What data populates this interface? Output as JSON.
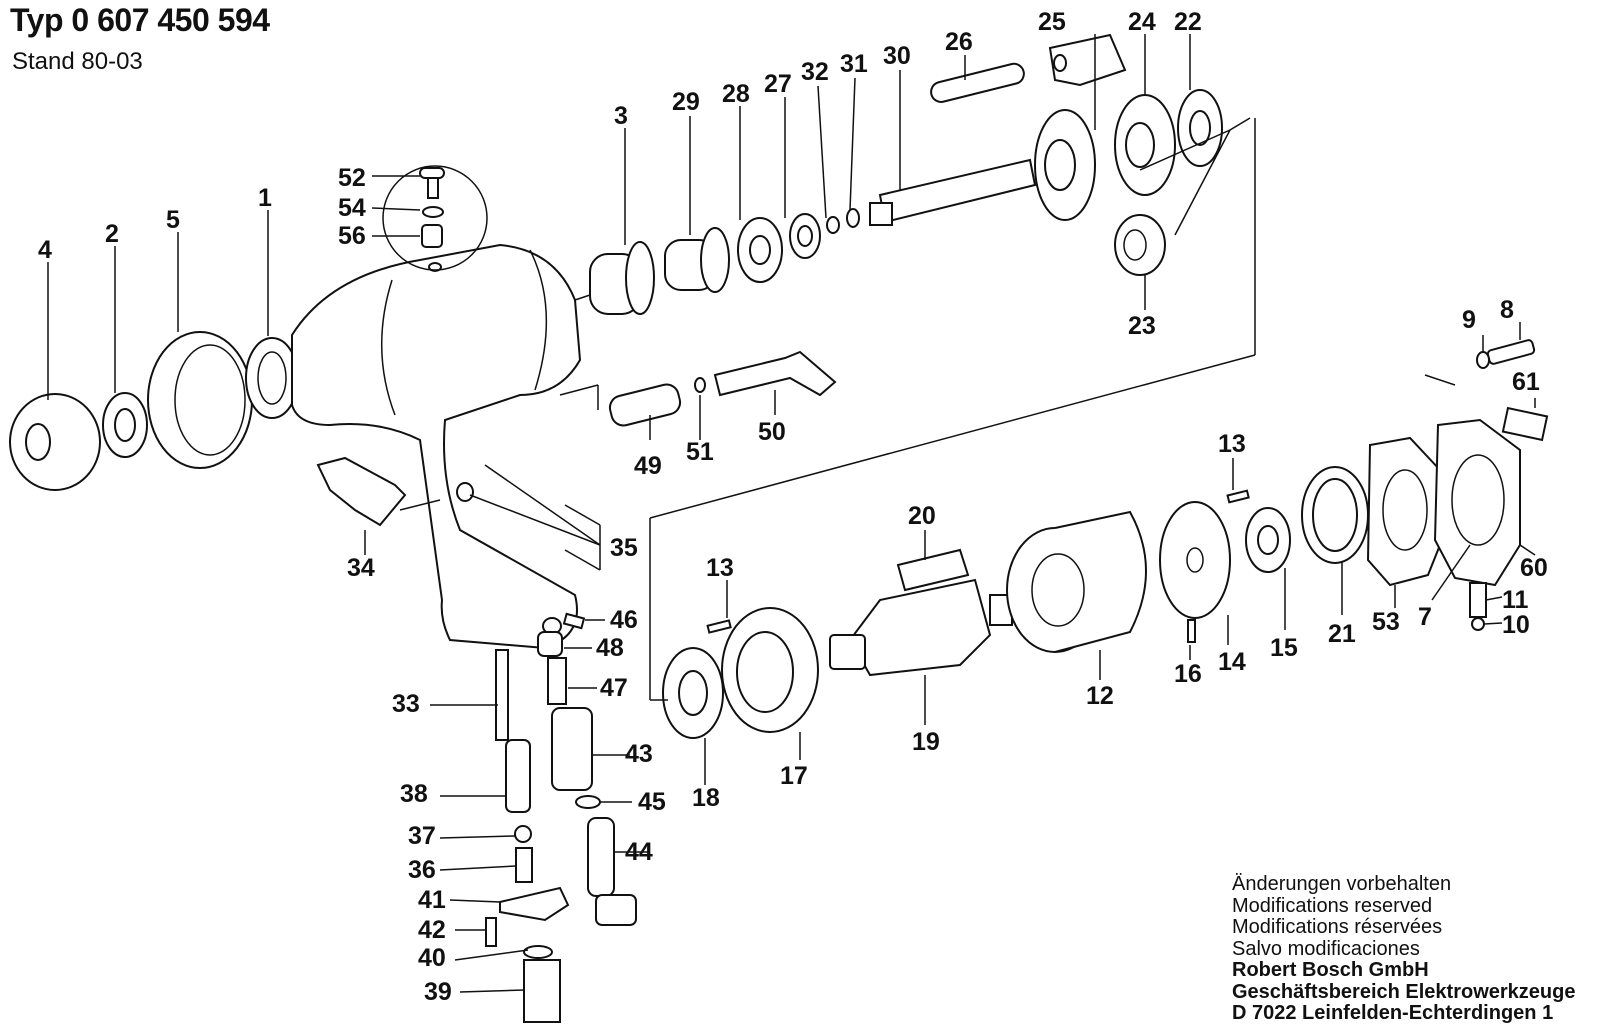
{
  "header": {
    "title": "Typ 0 607 450 594",
    "stand": "Stand 80-03"
  },
  "footer": {
    "notice_de": "Änderungen vorbehalten",
    "notice_en": "Modifications reserved",
    "notice_fr": "Modifications réservées",
    "notice_es": "Salvo modificaciones",
    "company": "Robert Bosch GmbH",
    "division": "Geschäftsbereich Elektrowerkzeuge",
    "address": "D 7022 Leinfelden-Echterdingen 1"
  },
  "part_labels": [
    "1",
    "2",
    "3",
    "4",
    "5",
    "7",
    "8",
    "9",
    "10",
    "11",
    "12",
    "13",
    "13",
    "14",
    "15",
    "16",
    "17",
    "18",
    "19",
    "20",
    "21",
    "22",
    "23",
    "24",
    "25",
    "26",
    "27",
    "28",
    "29",
    "30",
    "31",
    "32",
    "33",
    "34",
    "35",
    "36",
    "37",
    "38",
    "39",
    "40",
    "41",
    "42",
    "43",
    "44",
    "45",
    "46",
    "47",
    "48",
    "49",
    "50",
    "51",
    "52",
    "53",
    "54",
    "56",
    "60",
    "61"
  ]
}
